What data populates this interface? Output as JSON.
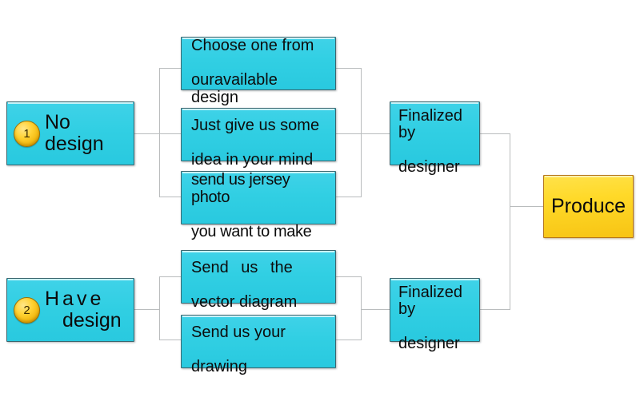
{
  "diagram": {
    "title": "Custom jersey design order process",
    "colors": {
      "node_cyan": "#31cfe3",
      "node_yellow": "#ffd928",
      "connector": "#b9bcbd",
      "badge_gold": "#ffd233",
      "background": "#ffffff"
    }
  },
  "stages": [
    {
      "number": "1",
      "label_line1": "No design",
      "label_line2": ""
    },
    {
      "number": "2",
      "label_line1": "Have",
      "label_line2": "design"
    }
  ],
  "options_no_design": [
    {
      "line1": "Choose one from",
      "line2": "ouravailable design"
    },
    {
      "line1": "Just give us some",
      "line2": "idea in your mind"
    },
    {
      "line1": "send us jersey photo",
      "line2": "you want to make"
    }
  ],
  "options_have_design": [
    {
      "line1": "Send  us  the",
      "line2": "vector diagram"
    },
    {
      "line1": "Send us your",
      "line2": "drawing"
    }
  ],
  "finalized": [
    {
      "line1": "Finalized by",
      "line2": "designer"
    },
    {
      "line1": "Finalized by",
      "line2": "designer"
    }
  ],
  "produce": {
    "label": "Produce"
  }
}
